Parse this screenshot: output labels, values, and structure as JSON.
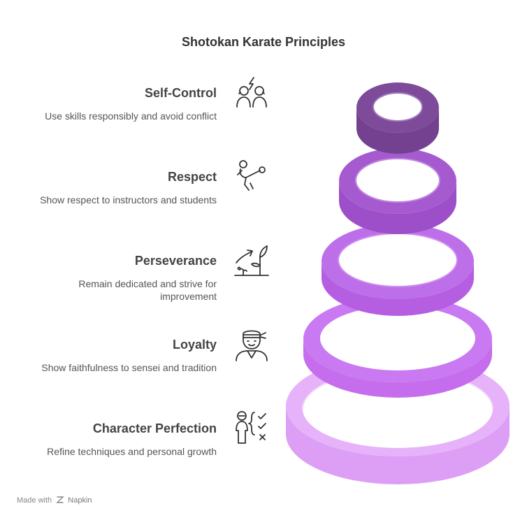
{
  "title": "Shotokan Karate Principles",
  "levels": [
    {
      "title": "Self-Control",
      "description": "Use skills responsibly and avoid conflict",
      "icon": "arguing-people-lightning-icon",
      "color": "#7d4b9a"
    },
    {
      "title": "Respect",
      "description": "Show respect to instructors and students",
      "icon": "karate-kick-icon",
      "color": "#a65ad0"
    },
    {
      "title": "Perseverance",
      "description": "Remain dedicated and strive for improvement",
      "icon": "growing-plant-icon",
      "color": "#bd6fe9"
    },
    {
      "title": "Loyalty",
      "description": "Show faithfulness to sensei and tradition",
      "icon": "headband-student-icon",
      "color": "#c97af0"
    },
    {
      "title": "Character Perfection",
      "description": "Refine techniques and personal growth",
      "icon": "person-checklist-icon",
      "color": "#e2aaf7"
    }
  ],
  "footer": {
    "made_with": "Made with",
    "brand": "Napkin"
  }
}
